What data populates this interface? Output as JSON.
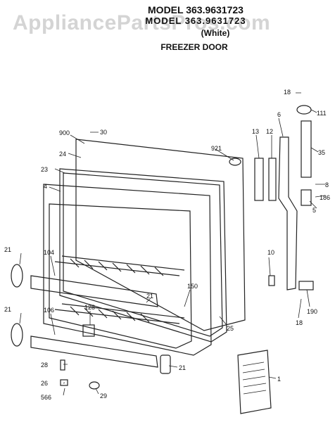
{
  "watermark": "AppliancePartsPros.com",
  "header": {
    "model_line_1": "MODEL 363.9631723",
    "model_line_2": "MODEL 363.9631723",
    "color": "(White)",
    "title": "FREEZER DOOR"
  },
  "part_labels": {
    "p900": "900",
    "p30": "30",
    "p24": "24",
    "p23": "23",
    "p4": "4",
    "p921": "921",
    "p13": "13",
    "p12": "12",
    "p6": "6",
    "p35": "35",
    "p18a": "18",
    "p111": "111",
    "p8": "8",
    "p186": "186",
    "p5": "5",
    "p10": "10",
    "p190": "190",
    "p18b": "18",
    "p21a": "21",
    "p104": "104",
    "p21b": "21",
    "p106": "106",
    "p128": "128",
    "p150": "150",
    "p21c": "21",
    "p25": "25",
    "p28": "28",
    "p26": "26",
    "p29": "29",
    "p566": "566",
    "p21d": "21",
    "p1": "1"
  }
}
